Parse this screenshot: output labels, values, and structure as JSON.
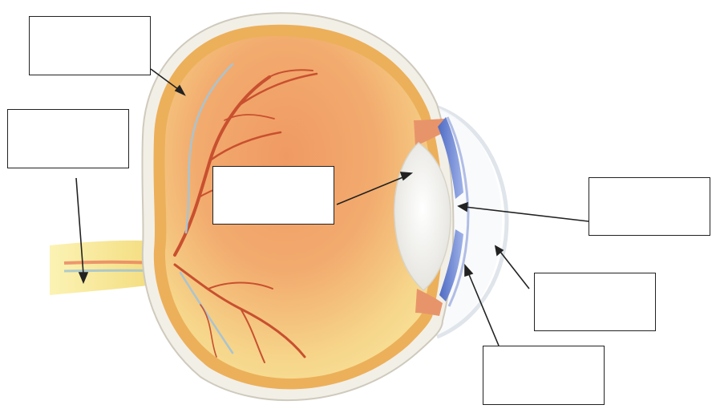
{
  "diagram": {
    "labels": [
      {
        "id": "label-top-left",
        "text": ""
      },
      {
        "id": "label-left",
        "text": ""
      },
      {
        "id": "label-center",
        "text": ""
      },
      {
        "id": "label-right",
        "text": ""
      },
      {
        "id": "label-lower-right",
        "text": ""
      },
      {
        "id": "label-bottom",
        "text": ""
      }
    ]
  },
  "colors": {
    "sclera": "#f3efe6",
    "choroid": "#e8a34e",
    "vitreous_top": "#ee9460",
    "vitreous_bottom": "#f7dc85",
    "vessel": "#c94a2c",
    "vein": "#8fb5c8",
    "lens": "#f4f2ee",
    "iris": "#6f86d2",
    "nerve": "#f3e07a",
    "arrow": "#222222"
  }
}
